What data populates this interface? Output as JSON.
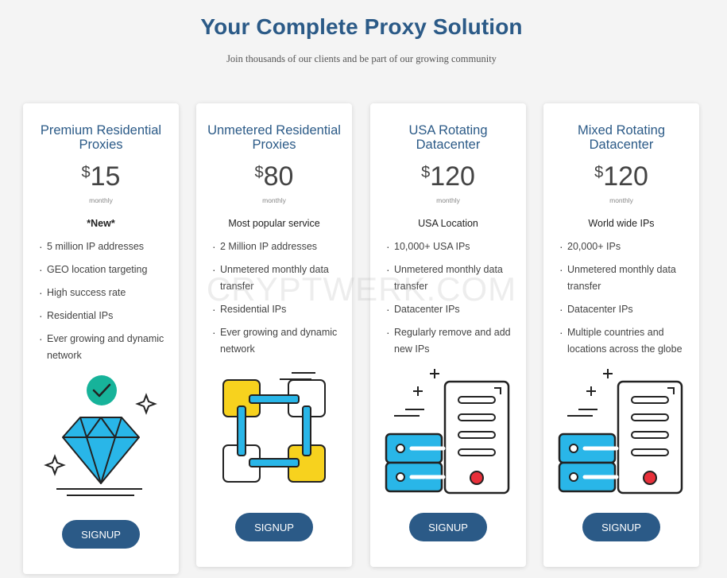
{
  "header": {
    "title": "Your Complete Proxy Solution",
    "subtitle": "Join thousands of our clients and be part of our growing community"
  },
  "watermark": "CRYPTWERK.COM",
  "colors": {
    "brand_blue": "#2b5a87",
    "cyan": "#29b6e8",
    "yellow": "#f7d21e",
    "teal": "#17b39a",
    "red": "#e8303a"
  },
  "plans": [
    {
      "name": "Premium Residential Proxies",
      "currency": "$",
      "price": "15",
      "period": "monthly",
      "tagline": "*New*",
      "features": [
        "5 million IP addresses",
        "GEO location targeting",
        "High success rate",
        "Residential IPs",
        "Ever growing and dynamic network"
      ],
      "icon": "diamond-icon",
      "button": "SIGNUP"
    },
    {
      "name": "Unmetered Residential Proxies",
      "currency": "$",
      "price": "80",
      "period": "monthly",
      "tagline": "Most popular service",
      "features": [
        "2 Million IP addresses",
        "Unmetered monthly data transfer",
        "Residential IPs",
        "Ever growing and dynamic network"
      ],
      "icon": "network-chain-icon",
      "button": "SIGNUP"
    },
    {
      "name": "USA Rotating Datacenter",
      "currency": "$",
      "price": "120",
      "period": "monthly",
      "tagline": "USA Location",
      "features": [
        "10,000+ USA IPs",
        "Unmetered monthly data transfer",
        "Datacenter IPs",
        "Regularly remove and add new IPs"
      ],
      "icon": "server-icon",
      "button": "SIGNUP"
    },
    {
      "name": "Mixed Rotating Datacenter",
      "currency": "$",
      "price": "120",
      "period": "monthly",
      "tagline": "World wide IPs",
      "features": [
        "20,000+ IPs",
        "Unmetered monthly data transfer",
        "Datacenter IPs",
        "Multiple countries and locations across the globe"
      ],
      "icon": "server-icon",
      "button": "SIGNUP"
    }
  ]
}
